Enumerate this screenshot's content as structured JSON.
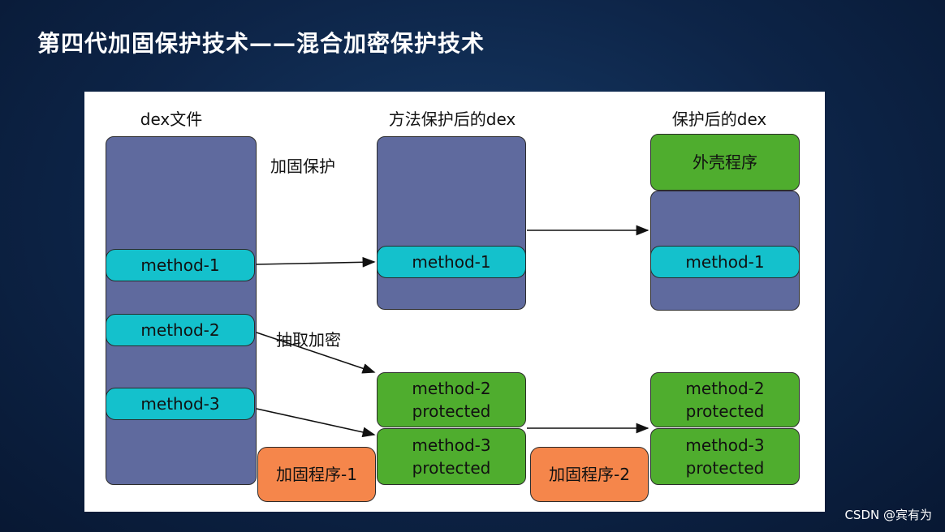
{
  "slide": {
    "title": "第四代加固保护技术——混合加密保护技术",
    "watermark": "CSDN @宾有为"
  },
  "diagram": {
    "columns": {
      "dex_file": "dex文件",
      "method_protected_dex": "方法保护后的dex",
      "protected_dex": "保护后的dex"
    },
    "labels": {
      "harden_protect": "加固保护",
      "extract_encrypt": "抽取加密"
    },
    "source_methods": [
      "method-1",
      "method-2",
      "method-3"
    ],
    "middle": {
      "method1": "method-1",
      "method2": [
        "method-2",
        "protected"
      ],
      "method3": [
        "method-3",
        "protected"
      ]
    },
    "right": {
      "shell": "外壳程序",
      "method1": "method-1",
      "method2": [
        "method-2",
        "protected"
      ],
      "method3": [
        "method-3",
        "protected"
      ]
    },
    "harden_programs": [
      "加固程序-1",
      "加固程序-2"
    ]
  },
  "colors": {
    "dex_block": "#5f6a9e",
    "method_box": "#14c1cc",
    "protected_box": "#4fad2e",
    "harden_program_box": "#f5864b"
  }
}
